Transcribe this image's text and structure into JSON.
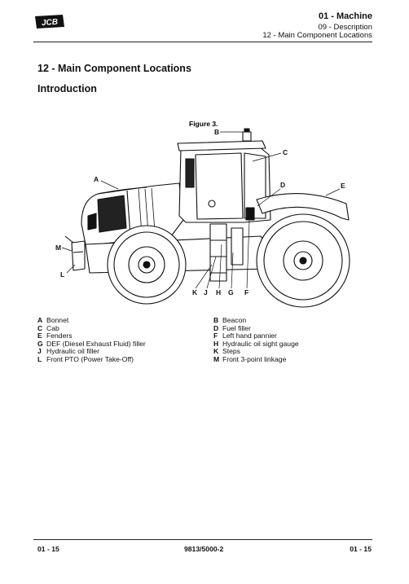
{
  "logo": {
    "text": "JCB"
  },
  "header": {
    "chapter": "01 - Machine",
    "section": "09 - Description",
    "topic": "12 - Main Component Locations"
  },
  "title": "12 - Main Component Locations",
  "subtitle": "Introduction",
  "figure": {
    "caption": "Figure 3.",
    "callouts": {
      "A": "A",
      "B": "B",
      "C": "C",
      "D": "D",
      "E": "E",
      "F": "F",
      "G": "G",
      "H": "H",
      "J": "J",
      "K": "K",
      "L": "L",
      "M": "M"
    }
  },
  "legend": {
    "left": [
      {
        "key": "A",
        "label": "Bonnet"
      },
      {
        "key": "C",
        "label": "Cab"
      },
      {
        "key": "E",
        "label": "Fenders"
      },
      {
        "key": "G",
        "label": "DEF (Diesel Exhaust Fluid) filler"
      },
      {
        "key": "J",
        "label": "Hydraulic oil filler"
      },
      {
        "key": "L",
        "label": "Front PTO (Power Take-Off)"
      }
    ],
    "right": [
      {
        "key": "B",
        "label": "Beacon"
      },
      {
        "key": "D",
        "label": "Fuel filler"
      },
      {
        "key": "F",
        "label": "Left hand pannier"
      },
      {
        "key": "H",
        "label": "Hydraulic oil sight gauge"
      },
      {
        "key": "K",
        "label": "Steps"
      },
      {
        "key": "M",
        "label": "Front 3-point linkage"
      }
    ]
  },
  "footer": {
    "left": "01 - 15",
    "center": "9813/5000-2",
    "right": "01 - 15"
  }
}
